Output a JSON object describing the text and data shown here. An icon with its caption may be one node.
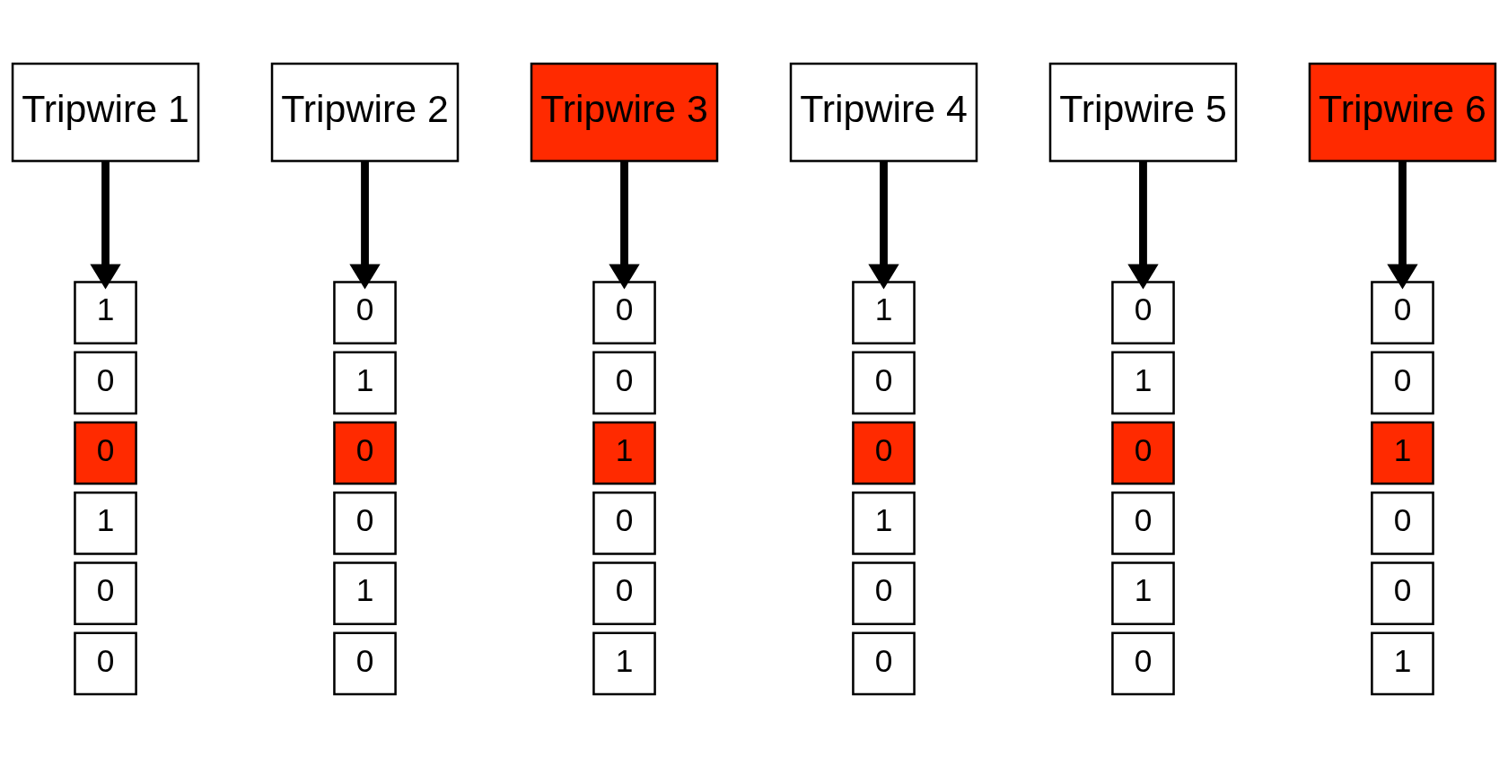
{
  "diagram": {
    "nodes": [
      {
        "text": [
          "Tripwire 1"
        ]
      },
      {
        "text": [
          "Tripwire 2"
        ]
      },
      {
        "text": [
          "Tripwire 3"
        ]
      },
      {
        "text": [
          "Tripwire 4"
        ]
      },
      {
        "text": [
          "Tripwire 5"
        ]
      },
      {
        "text": [
          "Tripwire 6"
        ]
      },
      {
        "text": [
          "1"
        ]
      },
      {
        "text": [
          "0"
        ]
      },
      {
        "text": [
          "0"
        ]
      },
      {
        "text": [
          "1"
        ]
      },
      {
        "text": [
          "0"
        ]
      },
      {
        "text": [
          "0"
        ]
      },
      {
        "text": [
          "0"
        ]
      },
      {
        "text": [
          "1"
        ]
      },
      {
        "text": [
          "0"
        ]
      },
      {
        "text": [
          "0"
        ]
      },
      {
        "text": [
          "1"
        ]
      },
      {
        "text": [
          "0"
        ]
      },
      {
        "text": [
          "0"
        ]
      },
      {
        "text": [
          "0"
        ]
      },
      {
        "text": [
          "1"
        ]
      },
      {
        "text": [
          "0"
        ]
      },
      {
        "text": [
          "0"
        ]
      },
      {
        "text": [
          "1"
        ]
      },
      {
        "text": [
          "1"
        ]
      },
      {
        "text": [
          "0"
        ]
      },
      {
        "text": [
          "0"
        ]
      },
      {
        "text": [
          "1"
        ]
      },
      {
        "text": [
          "0"
        ]
      },
      {
        "text": [
          "0"
        ]
      },
      {
        "text": [
          "0"
        ]
      },
      {
        "text": [
          "1"
        ]
      },
      {
        "text": [
          "0"
        ]
      },
      {
        "text": [
          "0"
        ]
      },
      {
        "text": [
          "1"
        ]
      },
      {
        "text": [
          "0"
        ]
      },
      {
        "text": [
          "0"
        ]
      },
      {
        "text": [
          "0"
        ]
      },
      {
        "text": [
          "1"
        ]
      },
      {
        "text": [
          "0"
        ]
      },
      {
        "text": [
          "0"
        ]
      },
      {
        "text": [
          "1"
        ]
      }
    ],
    "edges": [
      {
        "from": 0,
        "to": 6,
        "arrow": "to"
      },
      {
        "from": 1,
        "to": 7,
        "arrow": "to"
      },
      {
        "from": 2,
        "to": 8,
        "arrow": "to"
      },
      {
        "from": 3,
        "to": 9,
        "arrow": "to"
      },
      {
        "from": 4,
        "to": 10,
        "arrow": "to"
      },
      {
        "from": 5,
        "to": 11,
        "arrow": "to"
      }
    ]
  }
}
